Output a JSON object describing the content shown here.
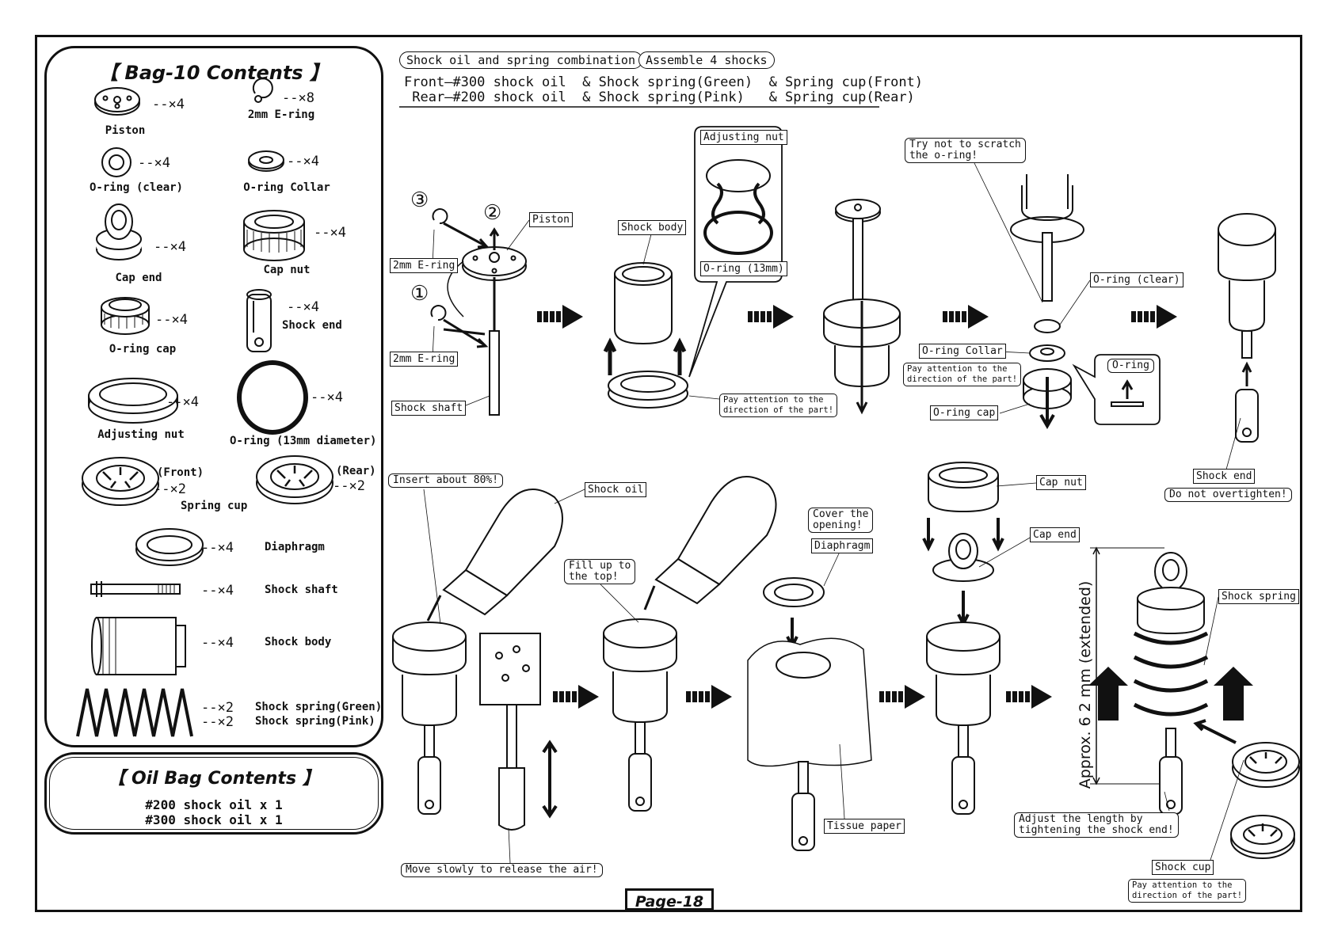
{
  "bag10": {
    "title": "【 Bag-10 Contents 】",
    "parts": [
      {
        "name": "Piston",
        "qty": "--×4"
      },
      {
        "name": "2mm E-ring",
        "qty": "--×8"
      },
      {
        "name": "O-ring (clear)",
        "qty": "--×4"
      },
      {
        "name": "O-ring Collar",
        "qty": "--×4"
      },
      {
        "name": "Cap end",
        "qty": "--×4"
      },
      {
        "name": "Cap nut",
        "qty": "--×4"
      },
      {
        "name": "O-ring cap",
        "qty": "--×4"
      },
      {
        "name": "Shock end",
        "qty": "--×4"
      },
      {
        "name": "Adjusting nut",
        "qty": "--×4"
      },
      {
        "name": "O-ring (13mm diameter)",
        "qty": "--×4"
      },
      {
        "name": "Spring cup",
        "front_label": "(Front)",
        "front_qty": "--×2",
        "rear_label": "(Rear)",
        "rear_qty": "--×2"
      },
      {
        "name": "Diaphragm",
        "qty": "--×4"
      },
      {
        "name": "Shock shaft",
        "qty": "--×4"
      },
      {
        "name": "Shock body",
        "qty": "--×4"
      },
      {
        "name": "Shock spring(Green)",
        "qty": "--×2"
      },
      {
        "name": "Shock spring(Pink)",
        "qty": "--×2"
      }
    ]
  },
  "oil_bag": {
    "title": "【 Oil Bag Contents 】",
    "items": [
      "#200 shock oil x 1",
      "#300 shock oil x 1"
    ]
  },
  "header": {
    "pill_combo": "Shock oil and spring combination",
    "pill_assemble": "Assemble 4 shocks",
    "front_line": "Front—#300 shock oil  & Shock spring(Green)  & Spring cup(Front)",
    "rear_line": " Rear—#200 shock oil  & Shock spring(Pink)   & Spring cup(Rear)"
  },
  "step_numbers": [
    "①",
    "②",
    "③"
  ],
  "labels": {
    "piston": "Piston",
    "eringTop": "2mm E-ring",
    "eringBottom": "2mm E-ring",
    "shockShaft": "Shock shaft",
    "shockBody": "Shock body",
    "adjustingNut": "Adjusting nut",
    "oring13": "O-ring (13mm)",
    "payAttention1": "Pay attention to the\ndirection of the part!",
    "tryNotScratch": "Try not to scratch\nthe o-ring!",
    "oringClear": "O-ring (clear)",
    "oringCollar": "O-ring Collar",
    "payAttention2": "Pay attention to the\ndirection of the part!",
    "oringCap": "O-ring cap",
    "oringInset": "O-ring",
    "shockEnd": "Shock end",
    "doNotOvertighten": "Do not overtighten!",
    "insert80": "Insert about 80%!",
    "shockOil": "Shock oil",
    "fillTop": "Fill up to\nthe top!",
    "coverOpening": "Cover the\nopening!",
    "diaphragm": "Diaphragm",
    "capNut": "Cap nut",
    "capEnd": "Cap end",
    "shockSpring": "Shock spring",
    "tissuePaper": "Tissue paper",
    "moveSlowly": "Move slowly to release the air!",
    "adjustLength": "Adjust the length by\ntightening the shock end!",
    "shockCup": "Shock cup",
    "payAttention3": "Pay attention to the\ndirection of the part!",
    "approxLength": "Approx. 6 2 mm (extended)"
  },
  "page": {
    "label": "Page-18"
  }
}
